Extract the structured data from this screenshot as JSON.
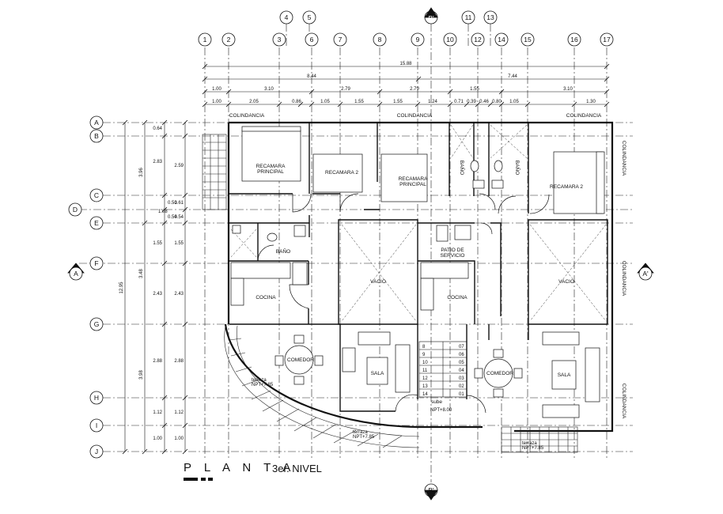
{
  "title": "P L A N T A",
  "subtitle": "3er. NIVEL",
  "grid": {
    "top_row_upper": [
      "4",
      "5",
      "B'",
      "11",
      "13"
    ],
    "top_row_lower": [
      "1",
      "2",
      "3",
      "6",
      "7",
      "8",
      "9",
      "10",
      "12",
      "14",
      "15",
      "16",
      "17"
    ],
    "left": [
      "A",
      "B",
      "C",
      "D",
      "E",
      "F",
      "G",
      "H",
      "I",
      "J"
    ],
    "bottom": [
      "B'"
    ],
    "section_left": "A",
    "section_right": "A'"
  },
  "dimensions": {
    "overall": "15.88",
    "row2": [
      "8.44",
      "7.44"
    ],
    "row3": [
      "1.00",
      "3.10",
      "2.79",
      "2.79",
      "1.55",
      "3.10"
    ],
    "row4": [
      "1.00",
      "2.05",
      "0.86",
      "1.05",
      "1.55",
      "1.55",
      "1.24",
      "0.71",
      "0.39",
      "0.46",
      "0.80",
      "1.05",
      "1.30"
    ],
    "left_total": "12.95",
    "left_a": [
      "0.64",
      "2.83",
      "3.96",
      "0.51",
      "1.08",
      "0.54",
      "1.55",
      "3.48",
      "2.43",
      "3.98",
      "2.88",
      "1.12",
      "1.00"
    ],
    "left_b": [
      "2.59",
      "0.61",
      "0.54",
      "1.55",
      "2.43",
      "2.88",
      "1.12",
      "1.00"
    ]
  },
  "boundaries": [
    "COLINDANCIA",
    "COLINDANCIA",
    "COLINDANCIA",
    "COLINDANCIA",
    "COLINDANCIA",
    "COLINDANCIA"
  ],
  "rooms": {
    "rec_principal_1": "RECAMARA PRINCIPAL",
    "rec_2_a": "RECAMARA 2",
    "rec_principal_2": "RECAMARA PRINCIPAL",
    "bano_1": "BAÑO",
    "bano_2": "BAÑO",
    "rec_2_b": "RECAMARA 2",
    "bano_3": "BAÑO",
    "cocina_1": "COCINA",
    "vacio_1": "VACIO",
    "patio": "PATIO DE SERVICIO",
    "cocina_2": "COCINA",
    "vacio_2": "VACIO",
    "comedor_1": "COMEDOR",
    "sala_1": "SALA",
    "comedor_2": "COMEDOR",
    "sala_2": "SALA",
    "sube": "sube",
    "stairs_left": [
      "8",
      "9",
      "10",
      "11",
      "12",
      "13",
      "14"
    ],
    "stairs_right": [
      "07",
      "06",
      "05",
      "04",
      "03",
      "02",
      "01"
    ],
    "npt_stair": "NPT+8.00",
    "terraza_1": "terraza\nNPT+7.85",
    "terraza_2": "terraza\nNPT+7.85",
    "terraza_3": "terraza\nNPT+7.85"
  }
}
